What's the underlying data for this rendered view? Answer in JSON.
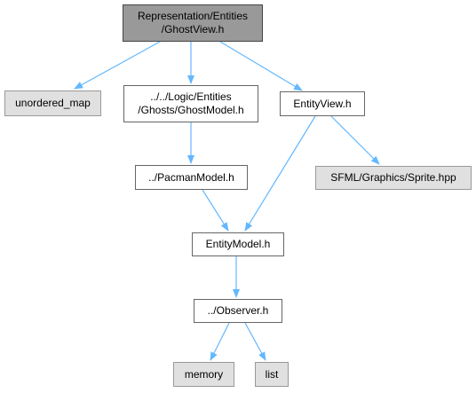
{
  "colors": {
    "edge": "#63b8ff",
    "root_fill": "#999999",
    "header_fill": "#ffffff",
    "external_fill": "#e0e0e0"
  },
  "nodes": {
    "ghostview": {
      "lines": [
        "Representation/Entities",
        "/GhostView.h"
      ]
    },
    "unordered_map": {
      "lines": [
        "unordered_map"
      ]
    },
    "ghostmodel": {
      "lines": [
        "../../Logic/Entities",
        "/Ghosts/GhostModel.h"
      ]
    },
    "entityview": {
      "lines": [
        "EntityView.h"
      ]
    },
    "pacmanmodel": {
      "lines": [
        "../PacmanModel.h"
      ]
    },
    "sfml_sprite": {
      "lines": [
        "SFML/Graphics/Sprite.hpp"
      ]
    },
    "entitymodel": {
      "lines": [
        "EntityModel.h"
      ]
    },
    "observer": {
      "lines": [
        "../Observer.h"
      ]
    },
    "memory": {
      "lines": [
        "memory"
      ]
    },
    "list": {
      "lines": [
        "list"
      ]
    }
  }
}
